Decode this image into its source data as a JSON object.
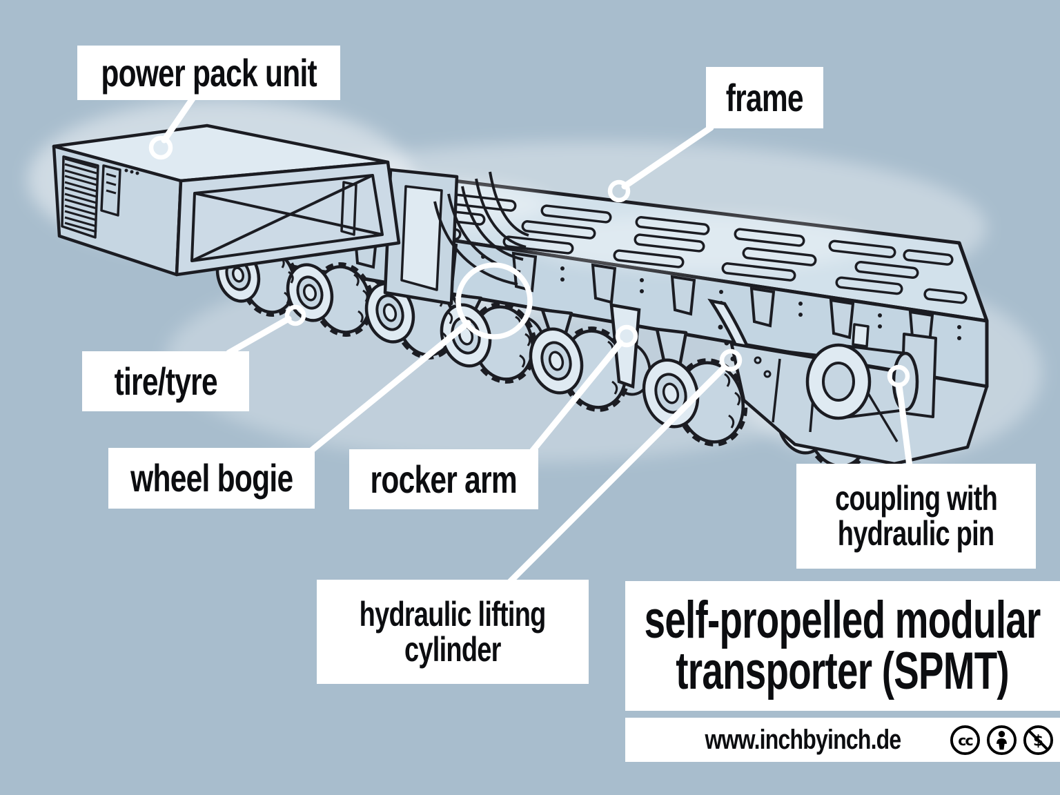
{
  "figure": {
    "kind": "labeled technical illustration",
    "subject": "self-propelled modular transporter (SPMT)"
  },
  "colors": {
    "background": "#a8bdcd",
    "ink": "#1b1c22",
    "body_fill": "#c6d6e2",
    "body_light": "#dfeaf2",
    "deck_fill": "#d2e1eb",
    "label_background": "#ffffff",
    "label_text": "#0c0d10",
    "leader_line": "#ffffff"
  },
  "labels": {
    "power_pack_unit": "power pack unit",
    "frame": "frame",
    "tire_tyre": "tire/tyre",
    "wheel_bogie": "wheel bogie",
    "rocker_arm": "rocker arm",
    "hydraulic_lifting_cylinder": {
      "line1": "hydraulic lifting",
      "line2": "cylinder"
    },
    "coupling_with_hydraulic_pin": {
      "line1": "coupling with",
      "line2": "hydraulic pin"
    }
  },
  "title": {
    "line1": "self-propelled modular",
    "line2": "transporter (SPMT)"
  },
  "footer": {
    "url": "www.inchbyinch.de",
    "license_icons": [
      "cc-icon",
      "attribution-icon",
      "noncommercial-icon"
    ]
  }
}
